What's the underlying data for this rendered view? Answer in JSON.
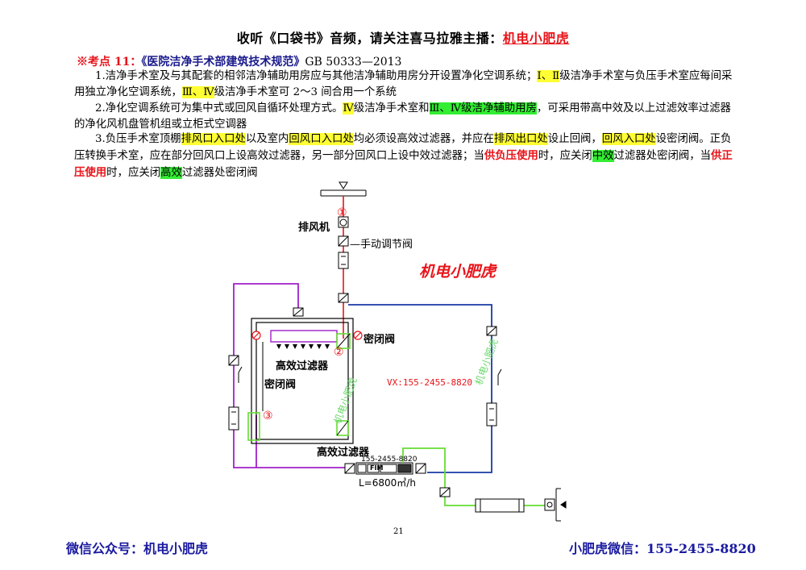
{
  "header": {
    "prefix": "收听《口袋书》音频，请关注喜马拉雅主播：",
    "anchor": "机电小肥虎"
  },
  "keypoint": {
    "mark": "※考点 11：",
    "title": "《医院洁净手术部建筑技术规范》",
    "code": "GB 50333—2013"
  },
  "p1": {
    "a": "1.洁净手术室及与其配套的相邻洁净辅助用房应与其他洁净辅助用房分开设置净化空调系统；",
    "b": "Ⅰ、Ⅱ",
    "c": "级洁净手术室与负压手术室应每间采用独立净化空调系统，",
    "d": "Ⅲ、Ⅳ",
    "e": "级洁净手术室可 2～3 间合用一个系统"
  },
  "p2": {
    "a": "2.净化空调系统可为集中式或回风自循环处理方式。",
    "b": "Ⅳ",
    "c": "级洁净手术室和",
    "d": "Ⅲ、Ⅳ级洁净辅助用房",
    "e": "，可采用带高中效及以上过滤效率过滤器的净化风机盘管机组或立柜式空调器"
  },
  "p3": {
    "a": "3.负压手术室顶棚",
    "b": "排风口入口处",
    "c": "以及室内",
    "d": "回风口入口处",
    "e": "均必须设高效过滤器，并应在",
    "f": "排风出口处",
    "g": "设止回阀，",
    "h": "回风入口处",
    "i": "设密闭阀。正负压转换手术室，应在部分回风口上设高效过滤器，另一部分回风口上设中效过滤器；当",
    "j": "供负压使用",
    "k": "时，应关闭",
    "l": "中效",
    "m": "过滤器处密闭阀，当",
    "n": "供正压使用",
    "o": "时，应关闭",
    "p": "高效",
    "q": "过滤器处密闭阀"
  },
  "diagram": {
    "circle1": "①",
    "circle2": "②",
    "circle3": "③",
    "exhaust_fan": "排风机",
    "manual_valve": "手动调节阀",
    "airtight_valve_right": "密闭阀",
    "hepa_top": "高效过滤器",
    "airtight_valve_left": "密闭阀",
    "hepa_bottom": "高效过滤器",
    "unit_phone": "155-2455-8820",
    "unit_label": "FIM",
    "airflow": "L=6800㎥/h",
    "watermark_red": "机电小肥虎",
    "watermark_green1": "机电小肥虎",
    "watermark_green2": "机电小肥虎",
    "vx": "VX:155-2455-8820"
  },
  "page_number": "21",
  "footer": {
    "left": "微信公众号：机电小肥虎",
    "right": "小肥虎微信：155-2455-8820"
  },
  "colors": {
    "red": "#e8141a",
    "blue": "#1a3aa8",
    "purple": "#a020c8",
    "green": "#66dd33",
    "highlight_yellow": "#ffff33",
    "highlight_green": "#33ee33"
  }
}
